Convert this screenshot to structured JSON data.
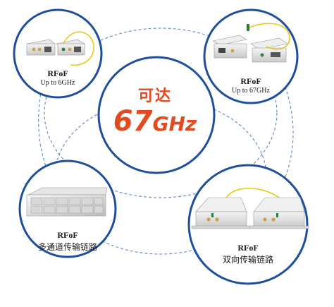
{
  "center": {
    "title": "可达",
    "freq_num": "67",
    "freq_unit": "GHz"
  },
  "nodes": [
    {
      "name": "RFoF",
      "sub": "Up to 6GHz"
    },
    {
      "name": "RFoF",
      "sub": "Up to 67GHz"
    },
    {
      "name": "RFoF",
      "sub": "多通道传输链路"
    },
    {
      "name": "RFoF",
      "sub": "双向传输链路"
    }
  ],
  "colors": {
    "circle_stroke": "#1e4f9c",
    "dash": "#6f8fc8",
    "accent": "#e24a20",
    "fiber": "#e8c81a"
  }
}
